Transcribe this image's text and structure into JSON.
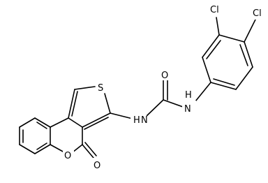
{
  "molecule": {
    "atoms": {
      "cl_upper": "Cl",
      "cl_right": "Cl",
      "s_thiophene": "S",
      "o_carbonyl_urea": "O",
      "n_amide_right": "N",
      "h_amide_right": "H",
      "n_amide_left": "N",
      "h_amide_left": "H",
      "o_ring": "O",
      "o_lactone_carbonyl": "O"
    }
  }
}
